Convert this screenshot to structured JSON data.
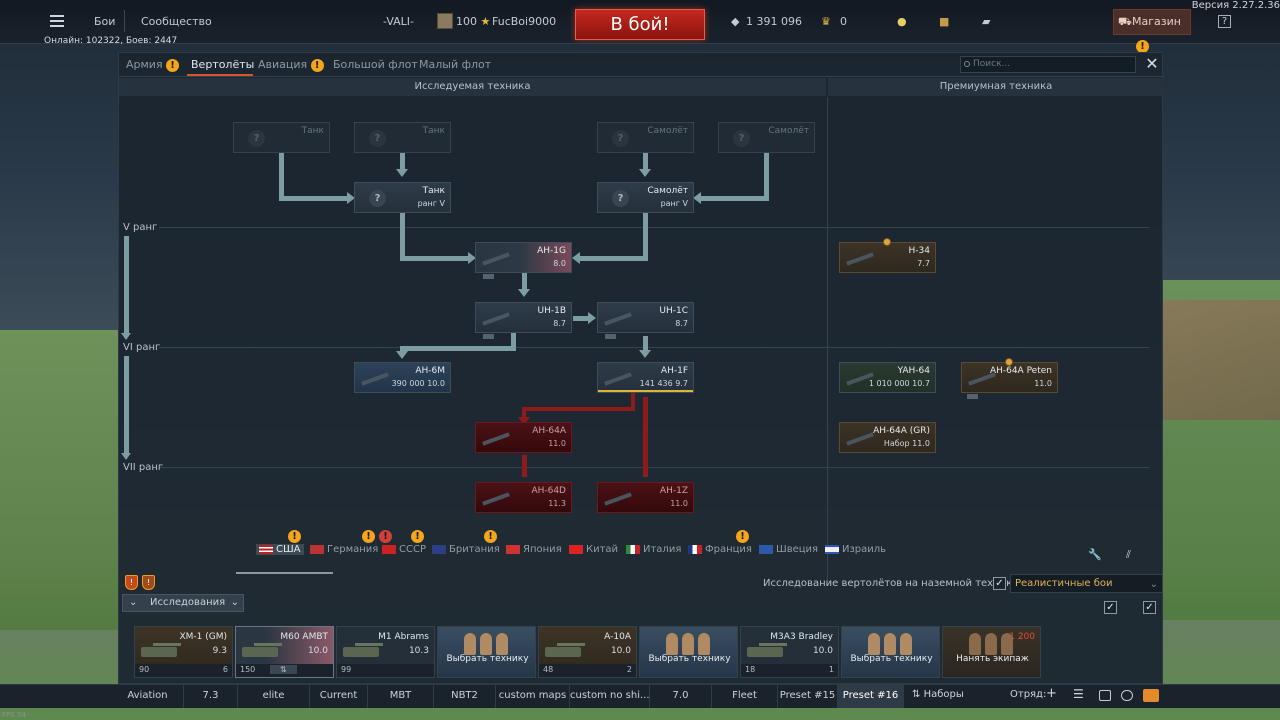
{
  "topbar": {
    "menu": "Бои",
    "community": "Сообщество",
    "squad": "-VALI-",
    "level": "100",
    "nickname": "FucBoi9000",
    "battle_button": "В бой!",
    "silver_lions": "1 391 096",
    "golden_eagles": "0",
    "shop_label": "Магазин",
    "help": "?",
    "version": "Версия 2.27.2.36",
    "online": "Онлайн: 102322, Боев: 2447"
  },
  "tabs": {
    "army": "Армия",
    "helicopters": "Вертолёты",
    "aviation": "Авиация",
    "bigfleet": "Большой флот",
    "smallfleet": "Малый флот",
    "search_placeholder": "Поиск..."
  },
  "columns": {
    "researched": "Исследуемая техника",
    "premium": "Премиумная техника"
  },
  "ranks": {
    "r5": "V ранг",
    "r6": "VI ранг",
    "r7": "VII ранг"
  },
  "tree": {
    "g1": {
      "name": "Танк"
    },
    "g2": {
      "name": "Танк"
    },
    "g3": {
      "name": "Самолёт"
    },
    "g4": {
      "name": "Самолёт"
    },
    "tank": {
      "name": "Танк",
      "sub": "ранг V"
    },
    "plane": {
      "name": "Самолёт",
      "sub": "ранг V"
    },
    "ah1g": {
      "name": "AH-1G",
      "sub": "8.0"
    },
    "uh1b": {
      "name": "UH-1B",
      "sub": "8.7"
    },
    "uh1c": {
      "name": "UH-1C",
      "sub": "8.7"
    },
    "ah6m": {
      "name": "AH-6M",
      "sub": "390 000 10.0"
    },
    "ah1f": {
      "name": "AH-1F",
      "sub": "141 436 9.7"
    },
    "ah64a": {
      "name": "AH-64A",
      "sub": "11.0"
    },
    "ah64d": {
      "name": "AH-64D",
      "sub": "11.3"
    },
    "ah1z": {
      "name": "AH-1Z",
      "sub": "11.0"
    },
    "h34": {
      "name": "H-34",
      "sub": "7.7"
    },
    "yah64": {
      "name": "YAH-64",
      "sub": "1 010 000 10.7"
    },
    "ah64peten": {
      "name": "AH-64A Peten",
      "sub": "11.0"
    },
    "ah64gr": {
      "name": "AH-64A (GR)",
      "sub": "Набор 11.0"
    }
  },
  "research": {
    "text": "Исследование вертолётов на наземной технике",
    "mode": "Реалистичные бои",
    "button": "Исследования"
  },
  "countries": [
    "США",
    "Германия",
    "СССР",
    "Британия",
    "Япония",
    "Китай",
    "Италия",
    "Франция",
    "Швеция",
    "Израиль"
  ],
  "slots": [
    {
      "name": "XM-1 (GM)",
      "br": "9.3",
      "a": "90",
      "b": "6"
    },
    {
      "name": "M60 AMBT",
      "br": "10.0",
      "a": "150",
      "b": "⇅"
    },
    {
      "name": "M1 Abrams",
      "br": "10.3",
      "a": "99",
      "b": ""
    },
    {
      "caption": "Выбрать технику"
    },
    {
      "name": "A-10A",
      "br": "10.0",
      "a": "48",
      "b": "2"
    },
    {
      "caption": "Выбрать технику"
    },
    {
      "name": "M3A3 Bradley",
      "br": "10.0",
      "a": "18",
      "b": "1"
    },
    {
      "caption": "Выбрать технику"
    },
    {
      "cost": "1 200",
      "caption": "Нанять экипаж"
    }
  ],
  "presets": [
    "Aviation",
    "7.3",
    "elite",
    "Current",
    "MBT",
    "NBT2",
    "custom maps",
    "custom no shi...",
    "7.0",
    "Fleet",
    "Preset #15",
    "Preset #16"
  ],
  "bottombar": {
    "presets_label": "Наборы",
    "squad_label": "Отряд:",
    "fps": "FPS 34"
  }
}
